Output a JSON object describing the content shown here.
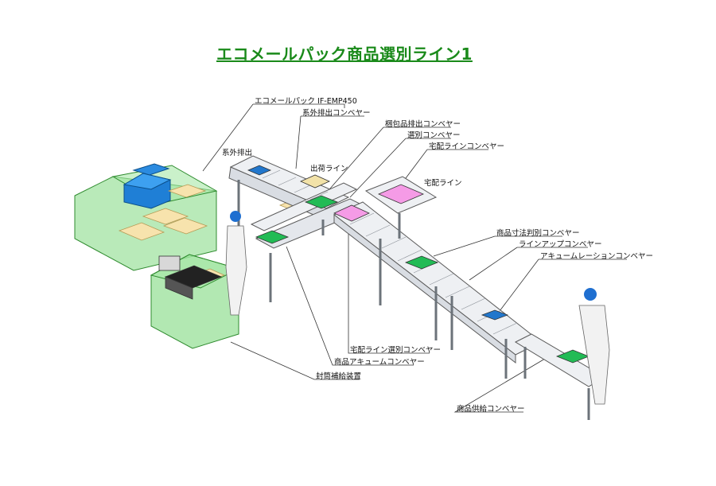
{
  "title": "エコメールパック商品選別ライン1",
  "labels": {
    "machine": "エコメールパック IF-EMP450",
    "outside_discharge_conveyor": "系外排出コンベヤー",
    "packed_discharge_conveyor": "梱包品排出コンベヤー",
    "sorting_conveyor": "選別コンベヤー",
    "delivery_line_conveyor": "宅配ラインコンベヤー",
    "outside_discharge": "系外排出",
    "shipping_line": "出荷ライン",
    "delivery_line": "宅配ライン",
    "size_sort_conveyor": "商品寸法判別コンベヤー",
    "lineup_conveyor": "ラインアップコンベヤー",
    "accumulation_conveyor": "アキュームレーションコンベヤー",
    "delivery_select_conveyor": "宅配ライン選別コンベヤー",
    "product_accum_conveyor": "商品アキュームコンベヤー",
    "envelope_feeder": "封筒補給装置",
    "supply_conveyor": "商品供給コンベヤー"
  }
}
